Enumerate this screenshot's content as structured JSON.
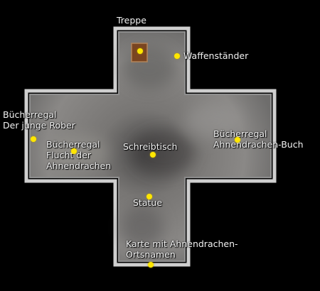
{
  "colors": {
    "background": "#000000",
    "wall": "#c9c9c9",
    "floor": "#7d7b79",
    "marker": "#ffe600",
    "door": "#7a4520",
    "label": "#f2f2f2"
  },
  "icons": {
    "poi_marker": "yellow-dot",
    "door": "brown-square"
  },
  "pois": {
    "stairs": {
      "label": "Treppe"
    },
    "weapon_rack": {
      "label": "Waffenständer"
    },
    "bookshelf_young_rober": {
      "lines": [
        "Bücherregal",
        "Der junge Rober"
      ]
    },
    "bookshelf_flight": {
      "lines": [
        "Bücherregal",
        "Flucht der",
        "Ahnendrachen"
      ]
    },
    "desk": {
      "label": "Schreibtisch"
    },
    "bookshelf_ancestor_book": {
      "lines": [
        "Bücherregal",
        "Ahnendrachen-Buch"
      ]
    },
    "statue": {
      "label": "Statue"
    },
    "map_place_names": {
      "lines": [
        "Karte mit Ahnendrachen-",
        "Ortsnamen"
      ]
    }
  }
}
